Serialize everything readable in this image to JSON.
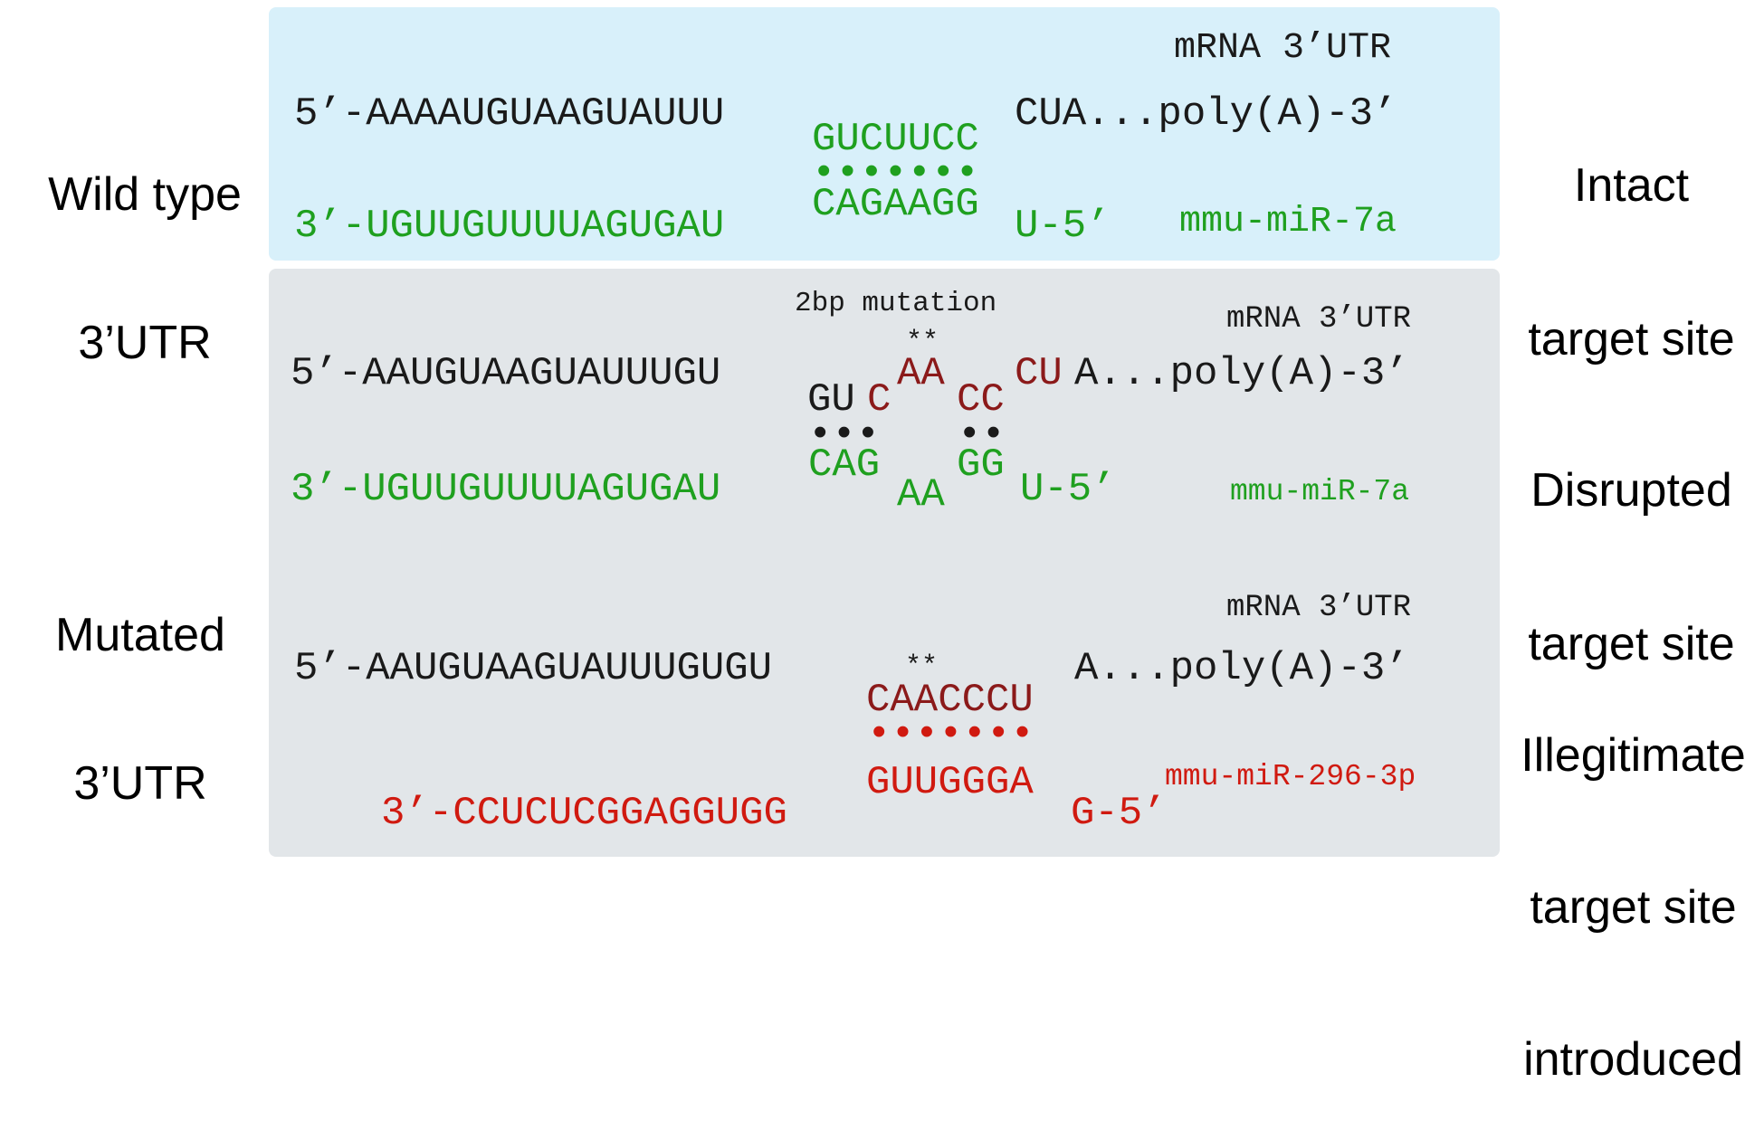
{
  "colors": {
    "black": "#1a1a1a",
    "green": "#1fa01f",
    "darkred": "#8b1a1a",
    "red": "#d01a10"
  },
  "left_labels": {
    "wild_type": [
      "Wild type",
      "3’UTR"
    ],
    "mutated": [
      "Mutated",
      "3’UTR"
    ]
  },
  "right_labels": {
    "intact": [
      "Intact",
      "target site"
    ],
    "disrupted": [
      "Disrupted",
      "target site"
    ],
    "illegitimate": [
      "Illegitimate",
      "target site",
      "introduced"
    ]
  },
  "wild_type": {
    "header": "mRNA 3’UTR",
    "mrna_5prime": "5’-AAAAUGUAAGUAUUU",
    "mrna_site": "GUCUUCC",
    "mrna_3prime": "CUA...poly(A)-3’",
    "pairing": "•••••••",
    "mirna_3prime": "3’-UGUUGUUUUAGUGAU",
    "mirna_seed": "CAGAAGG",
    "mirna_5prime": "U-5’",
    "mirna_name": "mmu-miR-7a"
  },
  "disrupted": {
    "mutation_note": "2bp mutation",
    "stars": "**",
    "header": "mRNA 3’UTR",
    "mrna_5prime": "5’-AAUGUAAGUAUUUGU",
    "site_gu": "GU",
    "site_c": "C",
    "site_aa": "AA",
    "site_cc": "CC",
    "site_cu": "CU",
    "mrna_3prime": "A...poly(A)-3’",
    "pairing_left": "•••",
    "pairing_right": "••",
    "mirna_3prime": "3’-UGUUGUUUUAGUGAU",
    "mirna_cag": "CAG",
    "mirna_aa": "AA",
    "mirna_gg": "GG",
    "mirna_5prime": "U-5’",
    "mirna_name": "mmu-miR-7a"
  },
  "illegitimate": {
    "header": "mRNA 3’UTR",
    "mrna_5prime": "5’-AAUGUAAGUAUUUGUGU",
    "stars": "**",
    "mrna_site": "CAACCCU",
    "mrna_3prime": "A...poly(A)-3’",
    "pairing": "•••••••",
    "mirna_3prime": "3’-CCUCUCGGAGGUGG",
    "mirna_seed": "GUUGGGA",
    "mirna_5prime": "G-5’",
    "mirna_name": "mmu-miR-296-3p"
  }
}
